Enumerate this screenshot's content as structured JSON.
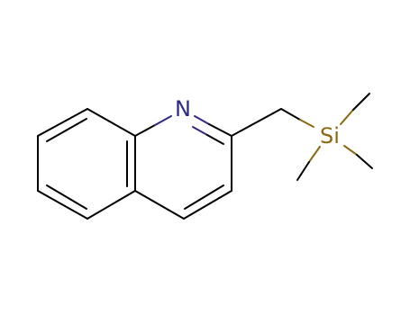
{
  "molecule": {
    "atoms": [
      {
        "id": "N",
        "label": "N",
        "color": "#2e2a86"
      },
      {
        "id": "Si",
        "label": "Si",
        "color": "#8b6914"
      }
    ],
    "bond_color": "#000000",
    "nitrogen_color": "#2e2a86",
    "silicon_color": "#8b6914"
  }
}
